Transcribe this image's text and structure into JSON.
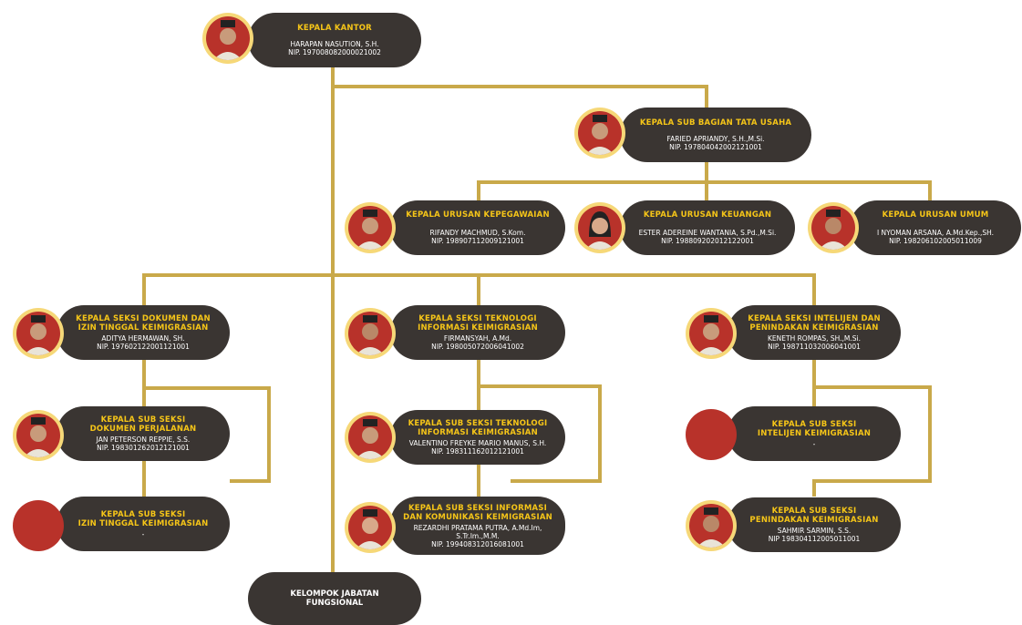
{
  "colors": {
    "line": "#c9a94a",
    "card": "#3a3532",
    "title": "#f5c518",
    "avatar_bg": "#b8322a",
    "avatar_ring": "#f6d878"
  },
  "head": {
    "title": "KEPALA KANTOR",
    "name": "HARAPAN NASUTION, S.H.",
    "nip": "NIP. 197008082000021002"
  },
  "tu": {
    "title": "KEPALA SUB BAGIAN TATA USAHA",
    "name": "FARIED APRIANDY, S.H.,M.Si.",
    "nip": "NIP. 197804042002121001"
  },
  "urusan": [
    {
      "title": "KEPALA URUSAN KEPEGAWAIAN",
      "name": "RIFANDY MACHMUD, S.Kom.",
      "nip": "NIP. 198907112009121001"
    },
    {
      "title": "KEPALA URUSAN KEUANGAN",
      "name": "ESTER ADEREINE WANTANIA, S.Pd.,M.Si.",
      "nip": "NIP. 198809202012122001"
    },
    {
      "title": "KEPALA URUSAN UMUM",
      "name": "I NYOMAN ARSANA, A.Md.Kep.,SH.",
      "nip": "NIP. 198206102005011009"
    }
  ],
  "seksi_dok": {
    "title1": "KEPALA SEKSI DOKUMEN DAN",
    "title2": "IZIN TINGGAL KEIMIGRASIAN",
    "name": "ADITYA HERMAWAN, SH.",
    "nip": "NIP. 197602122001121001",
    "sub1": {
      "title1": "KEPALA SUB SEKSI",
      "title2": "DOKUMEN PERJALANAN",
      "name": "JAN PETERSON REPPIE, S.S.",
      "nip": "NIP. 198301262012121001"
    },
    "sub2": {
      "title1": "KEPALA SUB SEKSI",
      "title2": "IZIN TINGGAL KEIMIGRASIAN",
      "name": "-"
    }
  },
  "seksi_tik": {
    "title1": "KEPALA SEKSI TEKNOLOGI",
    "title2": "INFORMASI KEIMIGRASIAN",
    "name": "FIRMANSYAH, A.Md.",
    "nip": "NIP. 198005072006041002",
    "sub1": {
      "title1": "KEPALA SUB SEKSI TEKNOLOGI",
      "title2": "INFORMASI KEIMIGRASIAN",
      "name": "VALENTINO FREYKE MARIO MANUS, S.H.",
      "nip": "NIP. 198311162012121001"
    },
    "sub2": {
      "title1": "KEPALA SUB SEKSI INFORMASI",
      "title2": "DAN KOMUNIKASI KEIMIGRASIAN",
      "name1": "REZARDHI PRATAMA PUTRA, A.Md.Im,",
      "name2": "S.Tr.Im.,M.M.",
      "nip": "NIP. 199408312016081001"
    }
  },
  "seksi_intel": {
    "title1": "KEPALA SEKSI INTELIJEN DAN",
    "title2": "PENINDAKAN KEIMIGRASIAN",
    "name": "KENETH ROMPAS, SH.,M.Si.",
    "nip": "NIP. 198711032006041001",
    "sub1": {
      "title1": "KEPALA SUB SEKSI",
      "title2": "INTELIJEN KEIMIGRASIAN",
      "name": "-"
    },
    "sub2": {
      "title1": "KEPALA SUB SEKSI",
      "title2": "PENINDAKAN KEIMIGRASIAN",
      "name": "SAHMIR SARMIN, S.S.",
      "nip": "NIP 198304112005011001"
    }
  },
  "fungsional": {
    "line1": "KELOMPOK JABATAN",
    "line2": "FUNGSIONAL"
  }
}
